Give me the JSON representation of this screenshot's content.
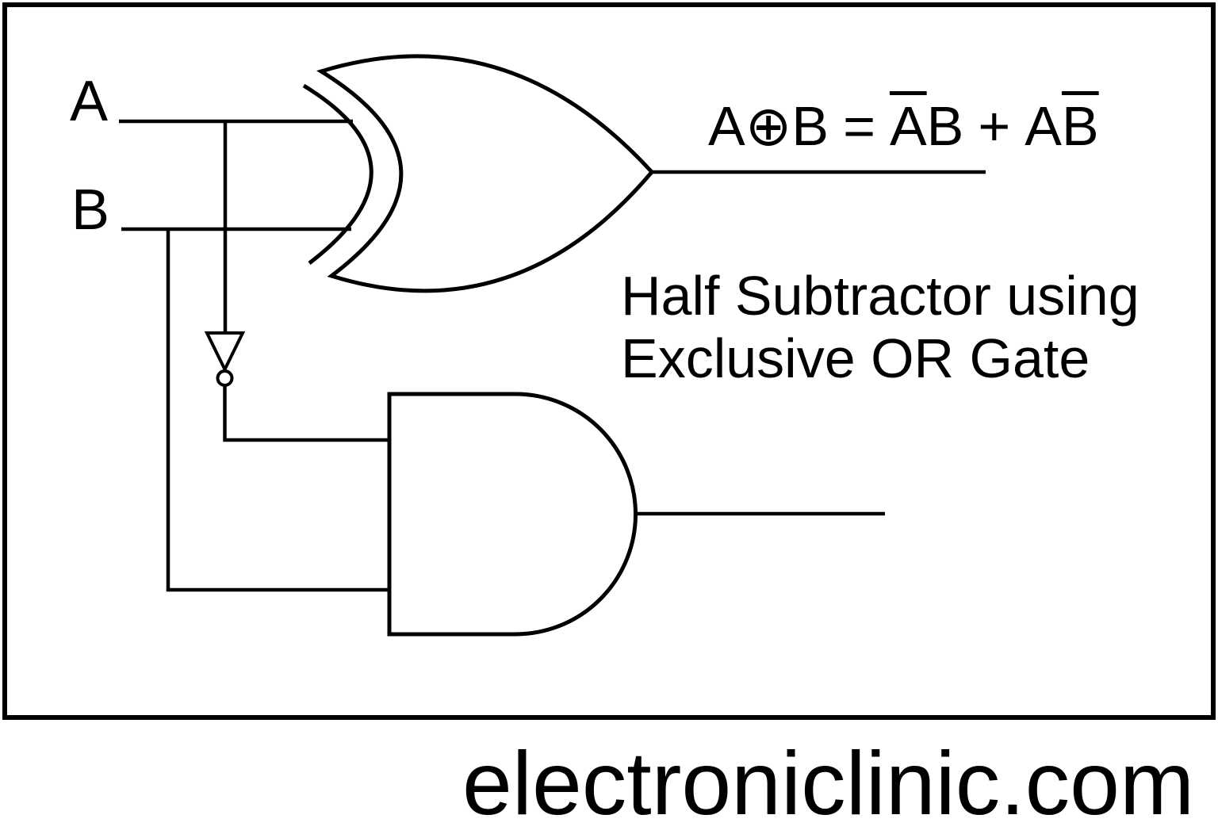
{
  "colors": {
    "ink": "#000000",
    "paper": "#ffffff"
  },
  "labels": {
    "input_a": "A",
    "input_b": "B"
  },
  "formula": {
    "a": "A",
    "xor_symbol": "⊕",
    "b": "B",
    "equals": "=",
    "not_a": "A",
    "b2": "B",
    "plus": "+",
    "a2": "A",
    "not_b": "B"
  },
  "caption": {
    "line1": "Half Subtractor using",
    "line2": "Exclusive OR Gate"
  },
  "footer": {
    "site": "electroniclinic.com"
  },
  "icons": {
    "xor_gate": "xor-gate",
    "and_gate": "and-gate",
    "not_gate": "not-gate-with-bubble"
  }
}
